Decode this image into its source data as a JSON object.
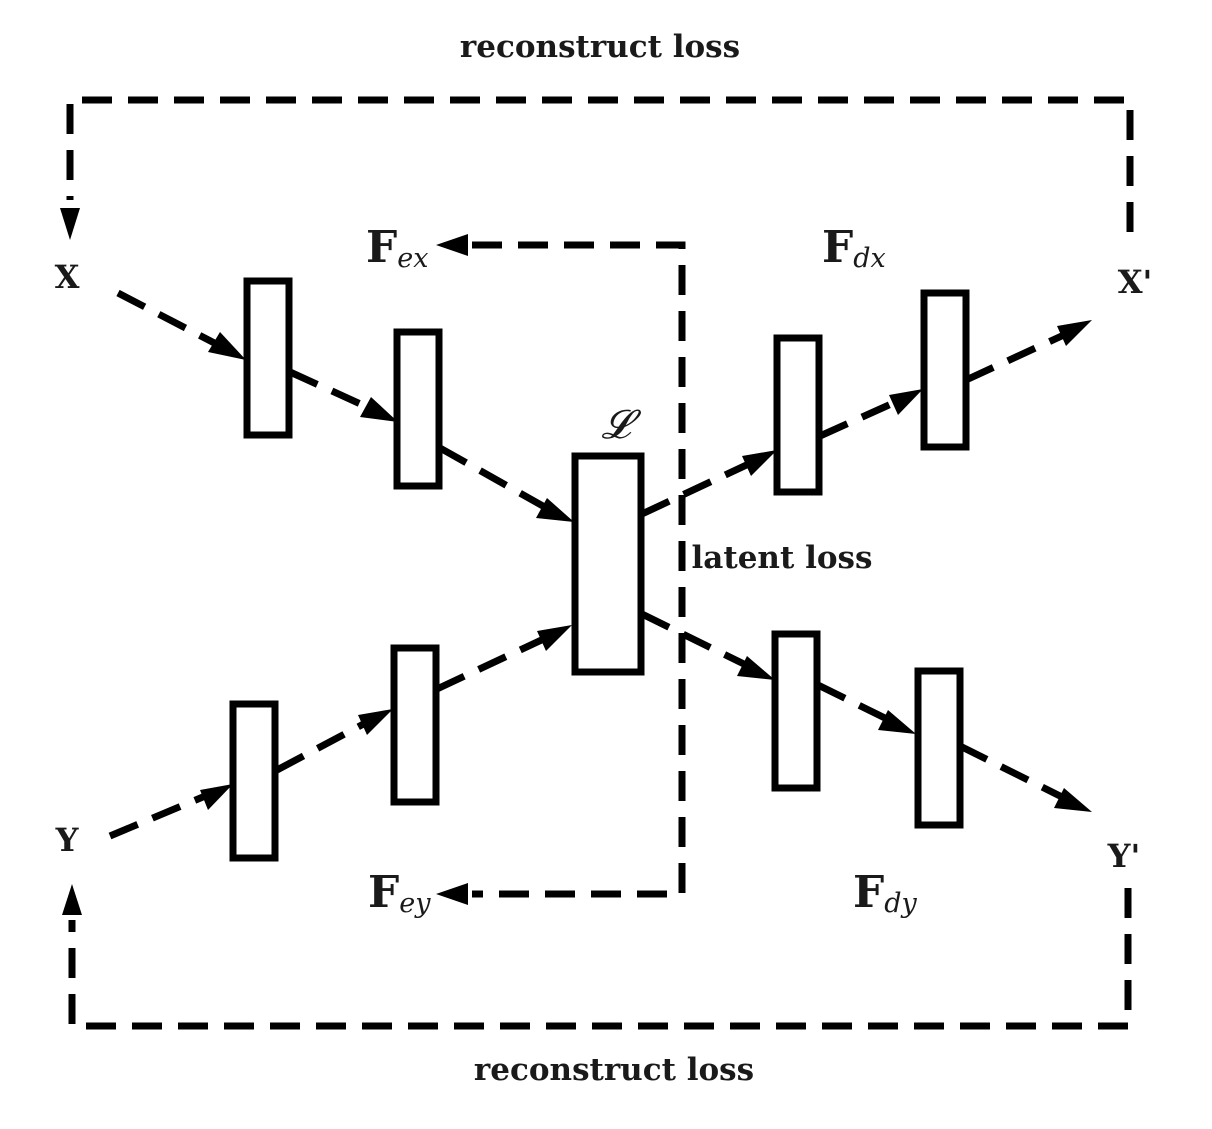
{
  "labels": {
    "top_loss": "reconstruct loss",
    "bottom_loss": "reconstruct loss",
    "latent_loss": "latent loss",
    "x_in": "X",
    "y_in": "Y",
    "x_out": "X'",
    "y_out": "Y'",
    "latent_symbol": "𝓛",
    "enc_x": {
      "main": "F",
      "sub": "ex"
    },
    "enc_y": {
      "main": "F",
      "sub": "ey"
    },
    "dec_x": {
      "main": "F",
      "sub": "dx"
    },
    "dec_y": {
      "main": "F",
      "sub": "dy"
    }
  }
}
